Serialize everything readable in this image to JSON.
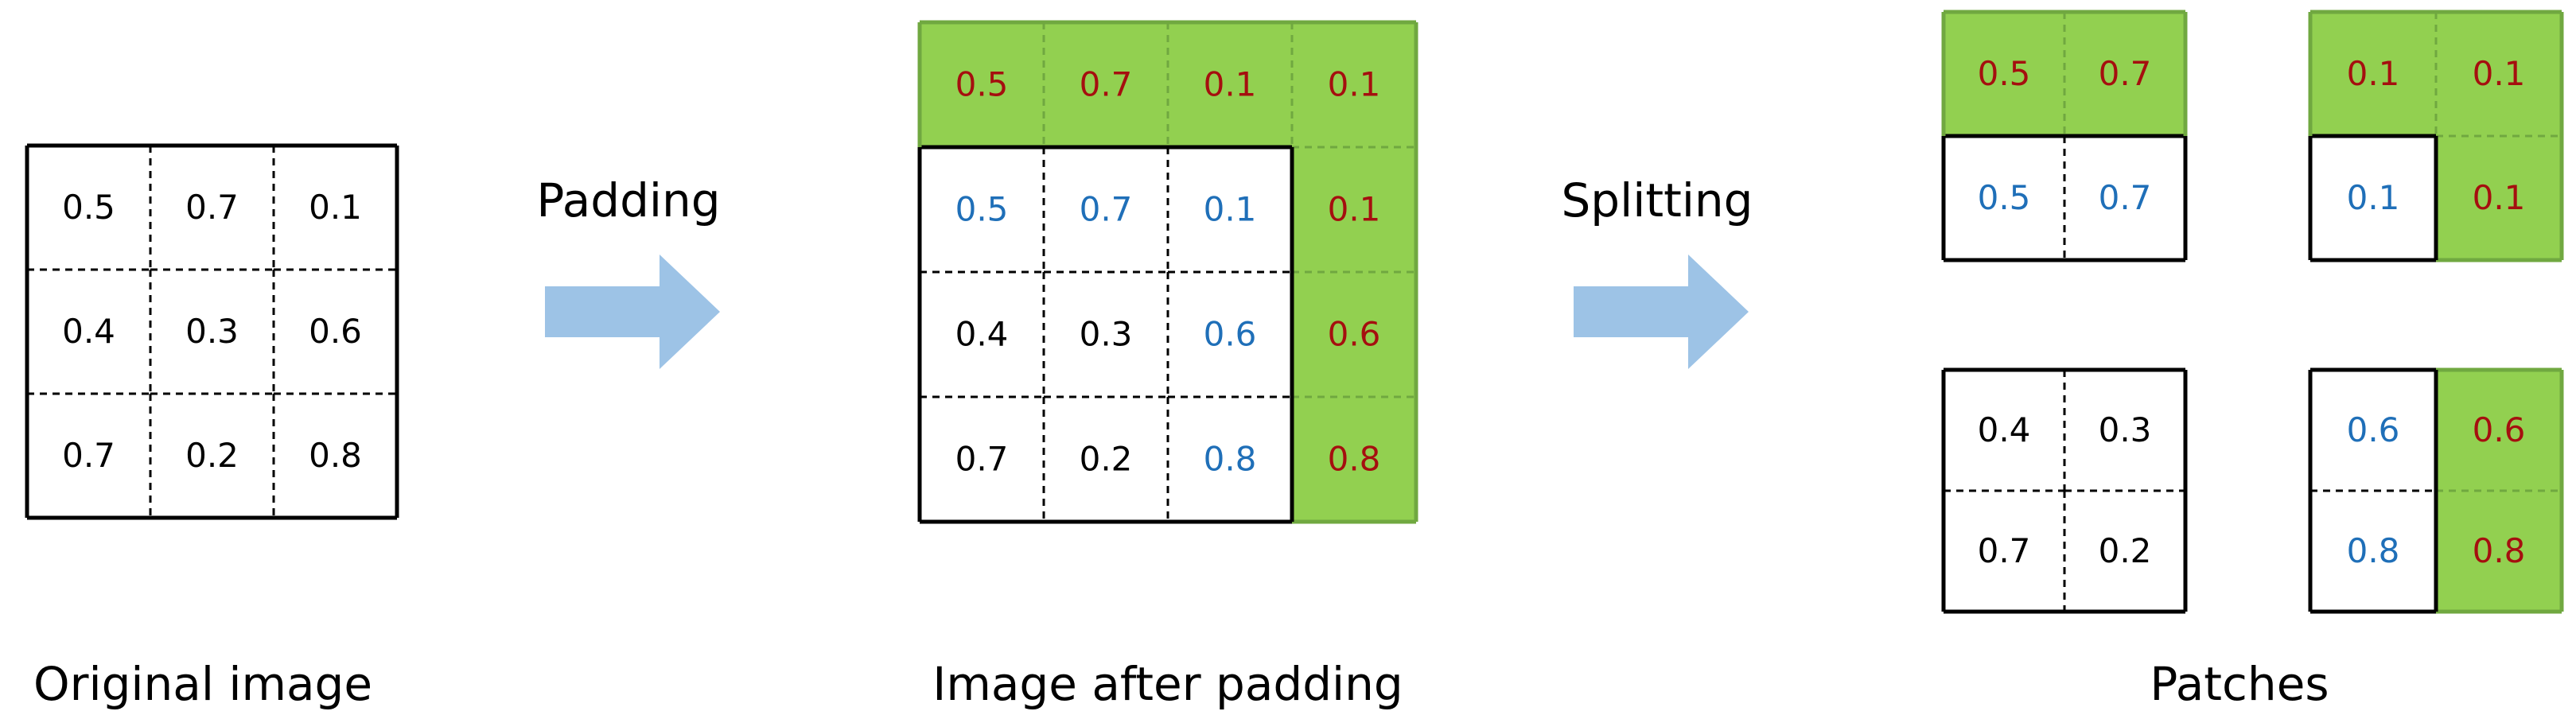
{
  "colors": {
    "black_text": "#000000",
    "blue_text": "#1f6fb8",
    "red_text": "#a50f0f",
    "pad_fill": "#92d050",
    "pad_stroke": "#70a840",
    "arrow_fill": "#9dc3e6"
  },
  "original_image": {
    "caption": "Original image",
    "rows": [
      [
        {
          "v": "0.5",
          "c": "black"
        },
        {
          "v": "0.7",
          "c": "black"
        },
        {
          "v": "0.1",
          "c": "black"
        }
      ],
      [
        {
          "v": "0.4",
          "c": "black"
        },
        {
          "v": "0.3",
          "c": "black"
        },
        {
          "v": "0.6",
          "c": "black"
        }
      ],
      [
        {
          "v": "0.7",
          "c": "black"
        },
        {
          "v": "0.2",
          "c": "black"
        },
        {
          "v": "0.8",
          "c": "black"
        }
      ]
    ]
  },
  "padding_step": {
    "label": "Padding",
    "icon": "right-arrow-icon"
  },
  "padded_image": {
    "caption": "Image after padding",
    "rows": [
      [
        {
          "v": "0.5",
          "c": "red",
          "pad": true
        },
        {
          "v": "0.7",
          "c": "red",
          "pad": true
        },
        {
          "v": "0.1",
          "c": "red",
          "pad": true
        },
        {
          "v": "0.1",
          "c": "red",
          "pad": true
        }
      ],
      [
        {
          "v": "0.5",
          "c": "blue"
        },
        {
          "v": "0.7",
          "c": "blue"
        },
        {
          "v": "0.1",
          "c": "blue"
        },
        {
          "v": "0.1",
          "c": "red",
          "pad": true
        }
      ],
      [
        {
          "v": "0.4",
          "c": "black"
        },
        {
          "v": "0.3",
          "c": "black"
        },
        {
          "v": "0.6",
          "c": "blue"
        },
        {
          "v": "0.6",
          "c": "red",
          "pad": true
        }
      ],
      [
        {
          "v": "0.7",
          "c": "black"
        },
        {
          "v": "0.2",
          "c": "black"
        },
        {
          "v": "0.8",
          "c": "blue"
        },
        {
          "v": "0.8",
          "c": "red",
          "pad": true
        }
      ]
    ]
  },
  "splitting_step": {
    "label": "Splitting",
    "icon": "right-arrow-icon"
  },
  "patches": {
    "caption": "Patches",
    "items": [
      {
        "name": "top-left",
        "rows": [
          [
            {
              "v": "0.5",
              "c": "red",
              "pad": true
            },
            {
              "v": "0.7",
              "c": "red",
              "pad": true
            }
          ],
          [
            {
              "v": "0.5",
              "c": "blue"
            },
            {
              "v": "0.7",
              "c": "blue"
            }
          ]
        ]
      },
      {
        "name": "top-right",
        "rows": [
          [
            {
              "v": "0.1",
              "c": "red",
              "pad": true
            },
            {
              "v": "0.1",
              "c": "red",
              "pad": true
            }
          ],
          [
            {
              "v": "0.1",
              "c": "blue"
            },
            {
              "v": "0.1",
              "c": "red",
              "pad": true
            }
          ]
        ]
      },
      {
        "name": "bottom-left",
        "rows": [
          [
            {
              "v": "0.4",
              "c": "black"
            },
            {
              "v": "0.3",
              "c": "black"
            }
          ],
          [
            {
              "v": "0.7",
              "c": "black"
            },
            {
              "v": "0.2",
              "c": "black"
            }
          ]
        ]
      },
      {
        "name": "bottom-right",
        "rows": [
          [
            {
              "v": "0.6",
              "c": "blue"
            },
            {
              "v": "0.6",
              "c": "red",
              "pad": true
            }
          ],
          [
            {
              "v": "0.8",
              "c": "blue"
            },
            {
              "v": "0.8",
              "c": "red",
              "pad": true
            }
          ]
        ]
      }
    ]
  }
}
